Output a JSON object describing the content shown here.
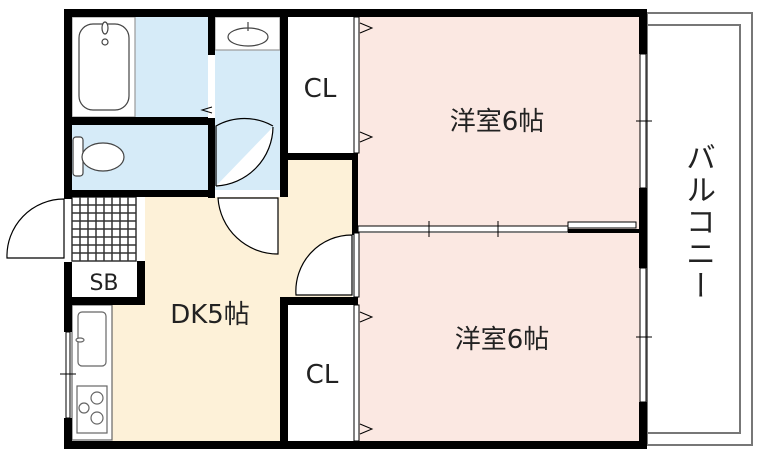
{
  "rooms": {
    "closet_top": "CL",
    "closet_bottom": "CL",
    "dining_kitchen": "DK5帖",
    "storage": "SB",
    "western_room_1": "洋室6帖",
    "western_room_2": "洋室6帖",
    "balcony": "バルコニー"
  },
  "colors": {
    "wall": "#000000",
    "wet_area": "#d6ebf8",
    "dk_floor": "#fdf1d8",
    "western_floor": "#fbe8e2",
    "balcony_line": "#777777"
  }
}
